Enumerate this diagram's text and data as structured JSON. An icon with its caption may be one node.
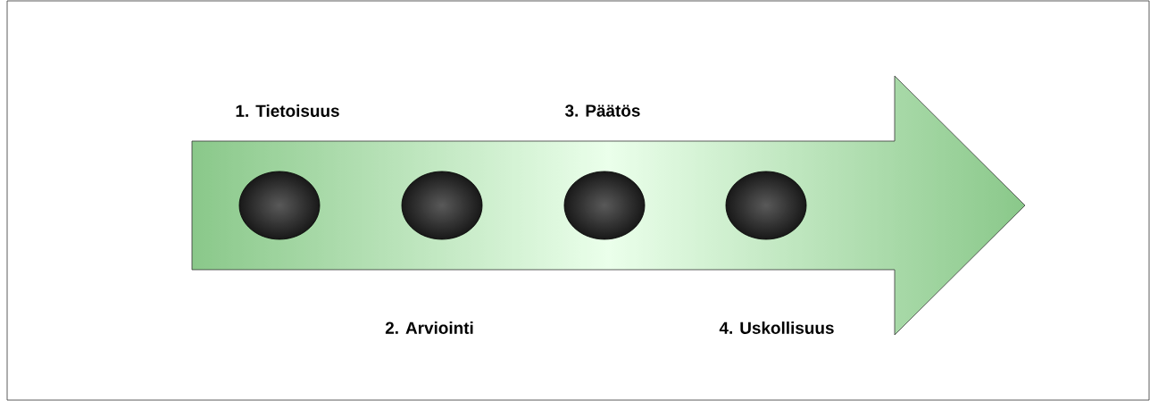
{
  "diagram": {
    "nodes": [
      {
        "text": [],
        "shape": "arrow"
      },
      {
        "text": [],
        "shape": "circle",
        "in": 0
      },
      {
        "text": [],
        "shape": "circle",
        "in": 0
      },
      {
        "text": [],
        "shape": "circle",
        "in": 0
      },
      {
        "text": [],
        "shape": "circle",
        "in": 0
      }
    ],
    "labels": [
      "1. Tietoisuus",
      "3. Päätös",
      "2. Arviointi",
      "4. Uskollisuus"
    ]
  }
}
